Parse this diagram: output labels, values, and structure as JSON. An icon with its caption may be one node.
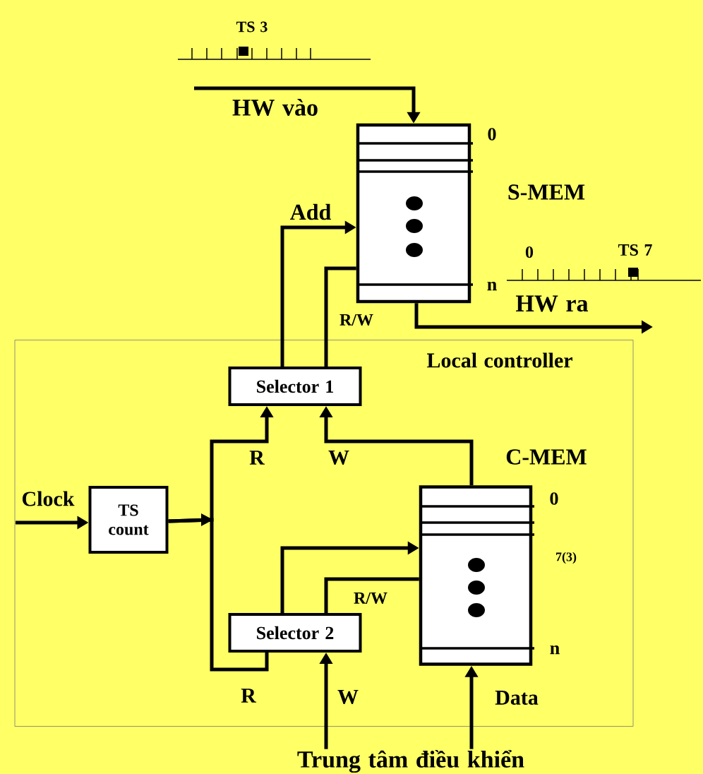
{
  "diagram": {
    "nodes": [
      {
        "text": [
          "Local controller"
        ]
      },
      {
        "text": [
          "S-MEM"
        ]
      },
      {
        "text": [
          "Selector 1"
        ],
        "in": 0
      },
      {
        "text": [
          "TS count"
        ],
        "in": 0
      },
      {
        "text": [
          "C-MEM"
        ],
        "in": 0
      },
      {
        "text": [
          "Selector 2"
        ],
        "in": 0
      },
      {
        "text": [
          "Trung tâm điều khiển"
        ]
      }
    ],
    "edges": [
      {
        "from": null,
        "to": 1,
        "arrow": "to",
        "label": "HW vào"
      },
      {
        "from": 2,
        "to": 1,
        "arrow": "to",
        "label": "Add"
      },
      {
        "from": 2,
        "to": 1,
        "arrow": "none",
        "label": "R/W"
      },
      {
        "from": 1,
        "to": null,
        "arrow": "to",
        "label": "HW ra"
      },
      {
        "from": null,
        "to": 3,
        "arrow": "to",
        "label": "Clock"
      },
      {
        "from": 3,
        "to": 2,
        "arrow": "to",
        "label": "R"
      },
      {
        "from": 3,
        "to": 5,
        "arrow": "to",
        "label": "R"
      },
      {
        "from": 4,
        "to": 2,
        "arrow": "to",
        "label": "W"
      },
      {
        "from": 5,
        "to": 4,
        "arrow": "to"
      },
      {
        "from": 5,
        "to": 4,
        "arrow": "none",
        "label": "R/W"
      },
      {
        "from": 6,
        "to": 5,
        "arrow": "to",
        "label": "W"
      },
      {
        "from": 6,
        "to": 4,
        "arrow": "to",
        "label": "Data"
      }
    ],
    "labels": [
      "TS 3",
      "0",
      "0",
      "TS 7",
      "n",
      "0",
      "7(3)",
      "n"
    ]
  }
}
